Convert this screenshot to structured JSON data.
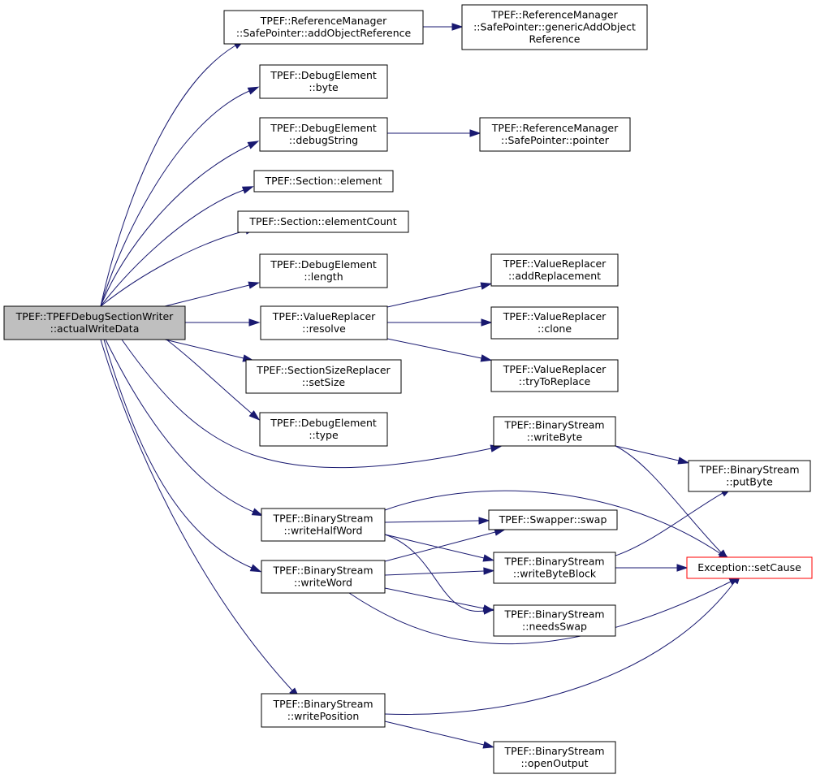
{
  "diagram": {
    "nodes": [
      {
        "id": "root",
        "lines": [
          "TPEF::TPEFDebugSectionWriter",
          "::actualWriteData"
        ],
        "root": true
      },
      {
        "id": "addRef",
        "lines": [
          "TPEF::ReferenceManager",
          "::SafePointer::addObjectReference"
        ]
      },
      {
        "id": "genAdd",
        "lines": [
          "TPEF::ReferenceManager",
          "::SafePointer::genericAddObject",
          "Reference"
        ]
      },
      {
        "id": "byte",
        "lines": [
          "TPEF::DebugElement",
          "::byte"
        ]
      },
      {
        "id": "dbgStr",
        "lines": [
          "TPEF::DebugElement",
          "::debugString"
        ]
      },
      {
        "id": "pointer",
        "lines": [
          "TPEF::ReferenceManager",
          "::SafePointer::pointer"
        ]
      },
      {
        "id": "element",
        "lines": [
          "TPEF::Section::element"
        ]
      },
      {
        "id": "elemCount",
        "lines": [
          "TPEF::Section::elementCount"
        ]
      },
      {
        "id": "length",
        "lines": [
          "TPEF::DebugElement",
          "::length"
        ]
      },
      {
        "id": "addRepl",
        "lines": [
          "TPEF::ValueReplacer",
          "::addReplacement"
        ]
      },
      {
        "id": "resolve",
        "lines": [
          "TPEF::ValueReplacer",
          "::resolve"
        ]
      },
      {
        "id": "clone",
        "lines": [
          "TPEF::ValueReplacer",
          "::clone"
        ]
      },
      {
        "id": "setSize",
        "lines": [
          "TPEF::SectionSizeReplacer",
          "::setSize"
        ]
      },
      {
        "id": "tryRepl",
        "lines": [
          "TPEF::ValueReplacer",
          "::tryToReplace"
        ]
      },
      {
        "id": "type",
        "lines": [
          "TPEF::DebugElement",
          "::type"
        ]
      },
      {
        "id": "writeByte",
        "lines": [
          "TPEF::BinaryStream",
          "::writeByte"
        ]
      },
      {
        "id": "putByte",
        "lines": [
          "TPEF::BinaryStream",
          "::putByte"
        ]
      },
      {
        "id": "writeHalf",
        "lines": [
          "TPEF::BinaryStream",
          "::writeHalfWord"
        ]
      },
      {
        "id": "swap",
        "lines": [
          "TPEF::Swapper::swap"
        ]
      },
      {
        "id": "setCause",
        "lines": [
          "Exception::setCause"
        ],
        "red": true
      },
      {
        "id": "writeWord",
        "lines": [
          "TPEF::BinaryStream",
          "::writeWord"
        ]
      },
      {
        "id": "writeBlock",
        "lines": [
          "TPEF::BinaryStream",
          "::writeByteBlock"
        ]
      },
      {
        "id": "needsSwap",
        "lines": [
          "TPEF::BinaryStream",
          "::needsSwap"
        ]
      },
      {
        "id": "writePos",
        "lines": [
          "TPEF::BinaryStream",
          "::writePosition"
        ]
      },
      {
        "id": "openOut",
        "lines": [
          "TPEF::BinaryStream",
          "::openOutput"
        ]
      }
    ],
    "edges": [
      {
        "from": "root",
        "to": "addRef"
      },
      {
        "from": "root",
        "to": "byte"
      },
      {
        "from": "root",
        "to": "dbgStr"
      },
      {
        "from": "root",
        "to": "element"
      },
      {
        "from": "root",
        "to": "elemCount"
      },
      {
        "from": "root",
        "to": "length"
      },
      {
        "from": "root",
        "to": "resolve"
      },
      {
        "from": "root",
        "to": "setSize"
      },
      {
        "from": "root",
        "to": "type"
      },
      {
        "from": "root",
        "to": "writeByte"
      },
      {
        "from": "root",
        "to": "writeHalf"
      },
      {
        "from": "root",
        "to": "writeWord"
      },
      {
        "from": "root",
        "to": "writePos"
      },
      {
        "from": "addRef",
        "to": "genAdd"
      },
      {
        "from": "dbgStr",
        "to": "pointer"
      },
      {
        "from": "resolve",
        "to": "addRepl"
      },
      {
        "from": "resolve",
        "to": "clone"
      },
      {
        "from": "resolve",
        "to": "tryRepl"
      },
      {
        "from": "writeByte",
        "to": "putByte"
      },
      {
        "from": "writeByte",
        "to": "setCause"
      },
      {
        "from": "writeHalf",
        "to": "setCause"
      },
      {
        "from": "writeHalf",
        "to": "swap"
      },
      {
        "from": "writeHalf",
        "to": "writeBlock"
      },
      {
        "from": "writeHalf",
        "to": "needsSwap"
      },
      {
        "from": "writeWord",
        "to": "swap"
      },
      {
        "from": "writeWord",
        "to": "writeBlock"
      },
      {
        "from": "writeWord",
        "to": "needsSwap"
      },
      {
        "from": "writeWord",
        "to": "setCause"
      },
      {
        "from": "writeBlock",
        "to": "putByte"
      },
      {
        "from": "writeBlock",
        "to": "setCause"
      },
      {
        "from": "writePos",
        "to": "setCause"
      },
      {
        "from": "writePos",
        "to": "openOut"
      }
    ]
  }
}
